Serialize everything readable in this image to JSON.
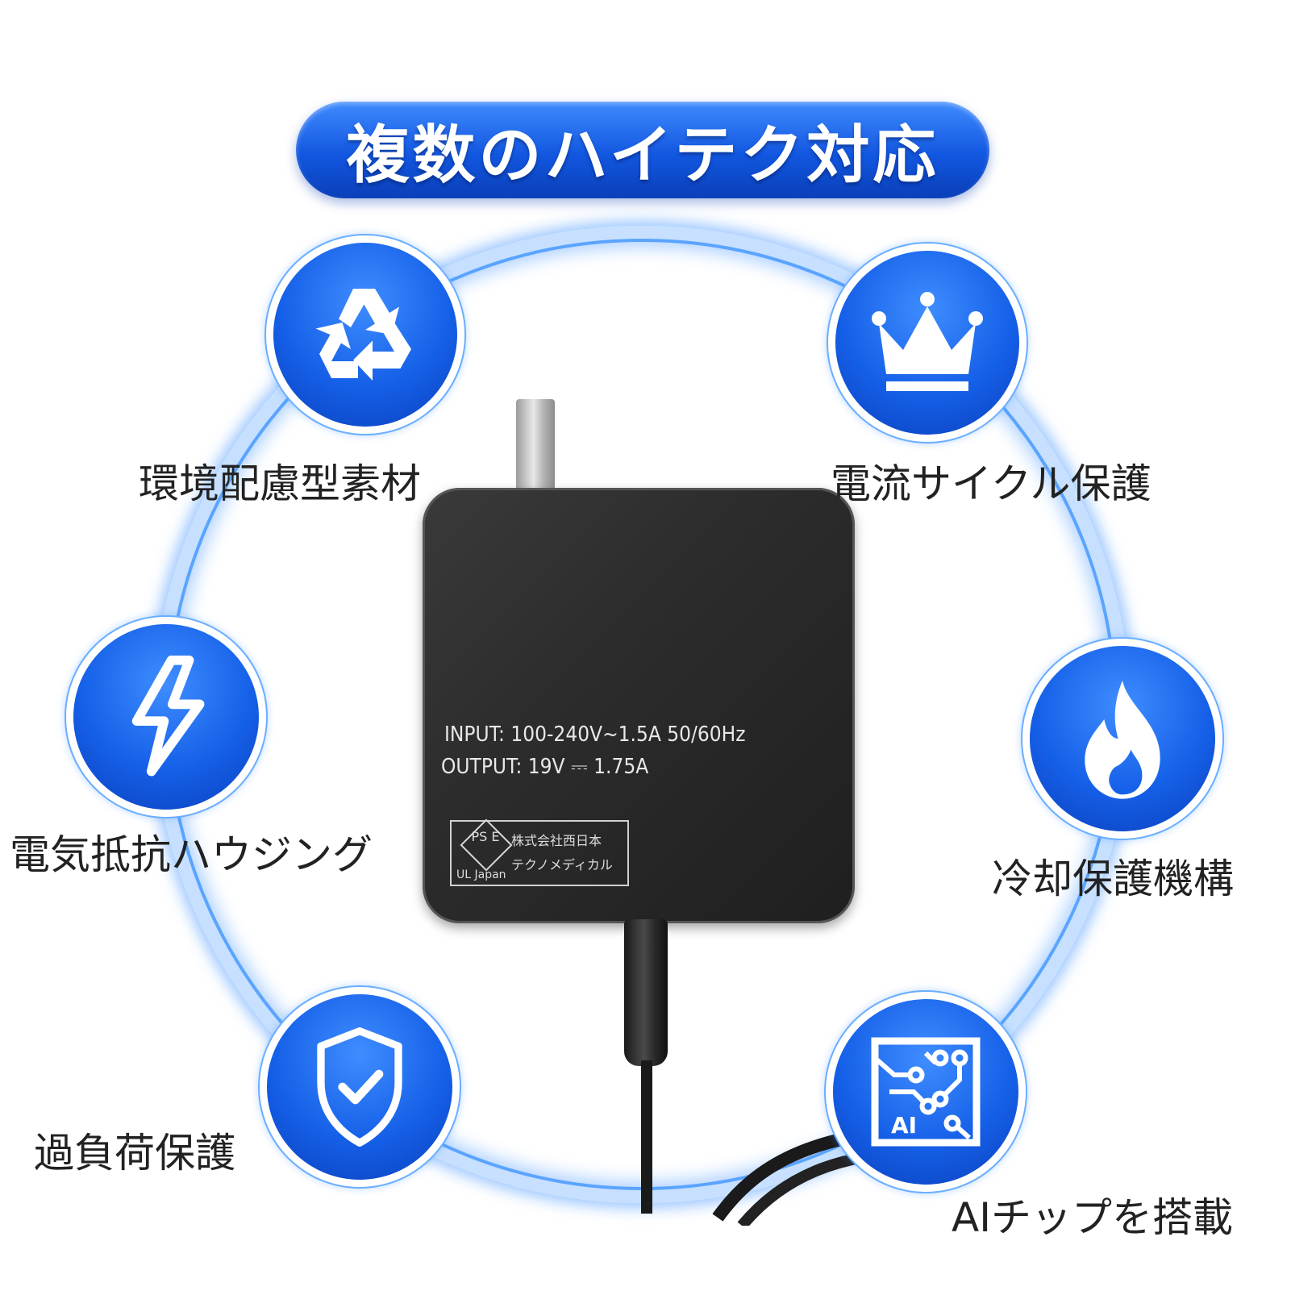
{
  "title": "複数のハイテク対応",
  "features": [
    {
      "label": "環境配慮型素材",
      "icon": "recycle-icon"
    },
    {
      "label": "電流サイクル保護",
      "icon": "crown-icon"
    },
    {
      "label": "電気抵抗ハウジング",
      "icon": "lightning-icon"
    },
    {
      "label": "冷却保護機構",
      "icon": "flame-icon"
    },
    {
      "label": "過負荷保護",
      "icon": "shield-check-icon"
    },
    {
      "label": "AIチップを搭載",
      "icon": "ai-chip-icon"
    }
  ],
  "product": {
    "input_spec": "INPUT: 100-240V~1.5A 50/60Hz",
    "output_spec": "OUTPUT: 19V ⎓ 1.75A",
    "pse_mark": "PS E",
    "cert_body": "UL Japan",
    "company_line1": "株式会社西日本",
    "company_line2": "テクノメディカル",
    "chip_text": "AI"
  },
  "colors": {
    "accent": "#1560e8",
    "ring": "#5aa4ff",
    "adapter": "#2c2c2c"
  }
}
